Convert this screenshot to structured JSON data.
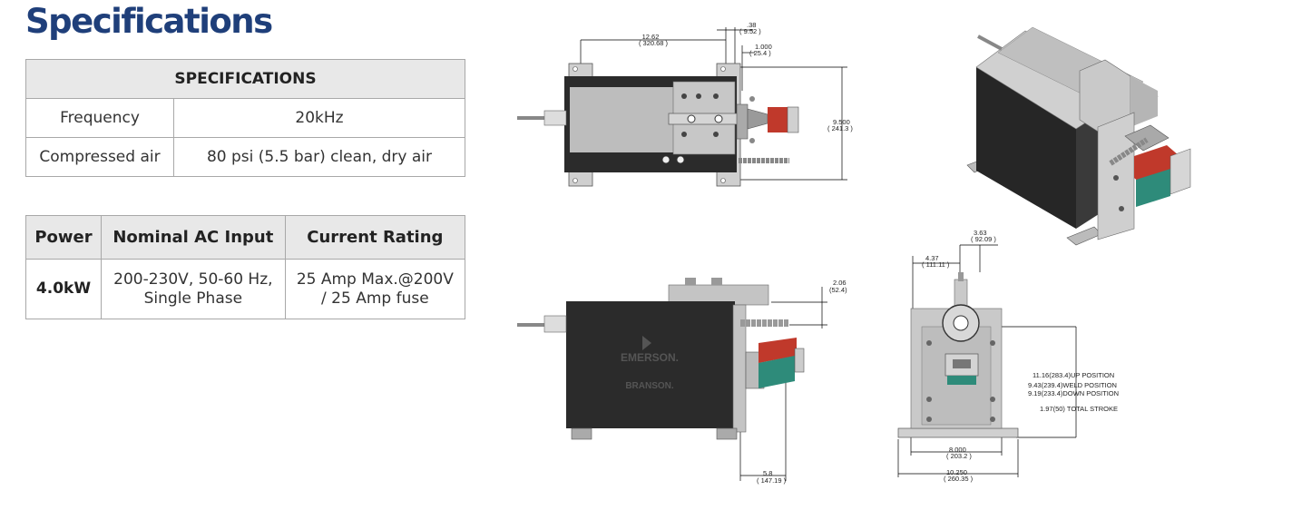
{
  "title": "Specifications",
  "specs_table": {
    "header": "SPECIFICATIONS",
    "rows": [
      {
        "label": "Frequency",
        "value": "20kHz"
      },
      {
        "label": "Compressed air",
        "value": "80 psi (5.5 bar) clean, dry air"
      }
    ]
  },
  "power_table": {
    "headers": [
      "Power",
      "Nominal AC Input",
      "Current Rating"
    ],
    "row": {
      "power": "4.0kW",
      "input_line1": "200-230V, 50-60 Hz,",
      "input_line2": "Single Phase",
      "rating_line1": "25 Amp Max.@200V",
      "rating_line2": "/ 25 Amp fuse"
    }
  },
  "drawings": {
    "top_view": {
      "d1_in": "12.62",
      "d1_mm": "( 320.68 )",
      "d2_in": ".38",
      "d2_mm": "( 9.52 )",
      "d3_in": "1.000",
      "d3_mm": "( 25.4 )",
      "d4_in": "9.500",
      "d4_mm": "( 241.3 )"
    },
    "side_view": {
      "d1_in": "2.06",
      "d1_mm": "(52.4)",
      "d2_in": "5.8",
      "d2_mm": "( 147.19 )",
      "logo_line1": "EMERSON.",
      "logo_line2": "BRANSON."
    },
    "front_view": {
      "d1_in": "3.63",
      "d1_mm": "( 92.09 )",
      "d2_in": "4.37",
      "d2_mm": "( 111.11 )",
      "d3_in": "8.000",
      "d3_mm": "( 203.2 )",
      "d4_in": "10.250",
      "d4_mm": "( 260.35 )",
      "up_position": "11.16(283.4)UP POSITION",
      "weld_position": "9.43(239.4)WELD POSITION",
      "down_position": "9.19(233.4)DOWN POSITION",
      "total_stroke": "1.97(50) TOTAL STROKE"
    }
  },
  "colors": {
    "title": "#1f3f7a",
    "header_bg": "#e8e8e8",
    "enclosure": "#2b2b2b",
    "plate": "#c7c7c7",
    "fixture_red": "#c0392b",
    "fixture_teal": "#2e8b7a"
  }
}
